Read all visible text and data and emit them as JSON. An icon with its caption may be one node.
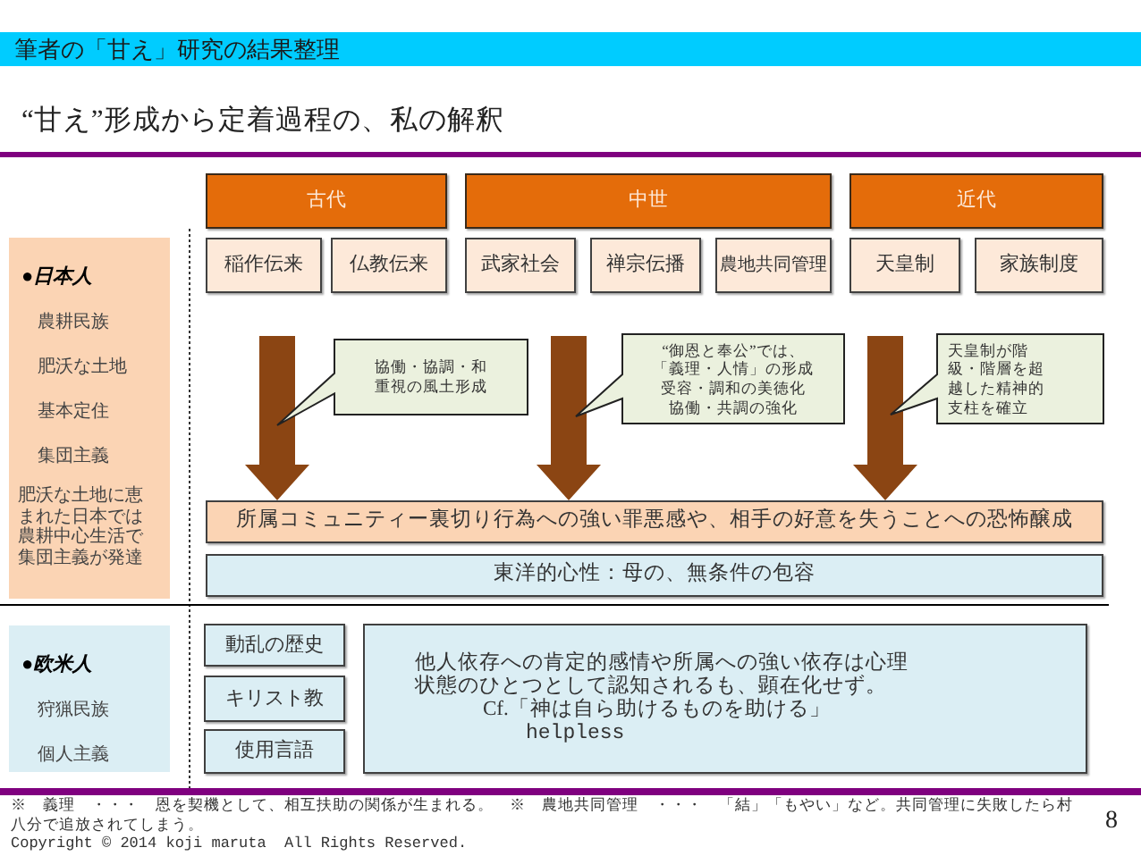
{
  "diagram": {
    "title": "筆者の「甘え」研究の結果整理",
    "nodes": [
      {
        "text": [
          "古代"
        ]
      },
      {
        "text": [
          "中世"
        ]
      },
      {
        "text": [
          "近代"
        ]
      },
      {
        "text": [
          "稲作伝来"
        ]
      },
      {
        "text": [
          "仏教伝来"
        ]
      },
      {
        "text": [
          "武家社会"
        ]
      },
      {
        "text": [
          "禅宗伝播"
        ]
      },
      {
        "text": [
          "農地共同管理"
        ]
      },
      {
        "text": [
          "天皇制"
        ]
      },
      {
        "text": [
          "家族制度"
        ]
      },
      {
        "text": [
          "●日本人",
          "農耕民族",
          "肥沃な土地",
          "基本定住",
          "集団主義",
          "肥沃な土地に恵まれた日本では農耕中心生活で集団主義が発達"
        ]
      },
      {
        "text": [
          "協働・協調・和重視の風土形成"
        ]
      },
      {
        "text": [
          "“御恩と奉公”では、",
          "「義理・人情」の形成",
          "受容・調和の美徳化",
          "協働・共調の強化"
        ]
      },
      {
        "text": [
          "天皇制が階級・階層を超越した精神的支柱を確立"
        ]
      },
      {
        "text": [
          "所属コミュニティー裏切り行為への強い罪悪感や、相手の好意を失うことへの恐怖醸成"
        ]
      },
      {
        "text": [
          "東洋的心性：母の、無条件の包容"
        ]
      },
      {
        "text": [
          "●欧米人",
          "狩猟民族",
          "個人主義"
        ]
      },
      {
        "text": [
          "動乱の歴史"
        ]
      },
      {
        "text": [
          "キリスト教"
        ]
      },
      {
        "text": [
          "使用言語"
        ]
      },
      {
        "text": [
          "他人依存への肯定的感情や所属への強い依存は心理状態のひとつとして認知されるも、顕在化せず。",
          "Cf.「神は自ら助けるものを助ける」",
          "helpless"
        ]
      }
    ],
    "edges": [
      {
        "from": null,
        "to": 14,
        "arrow": "to"
      },
      {
        "from": null,
        "to": 14,
        "arrow": "to"
      },
      {
        "from": null,
        "to": 14,
        "arrow": "to"
      }
    ],
    "labels": [
      "“甘え”形成から定着過程の、私の解釈",
      "※　義理　・・・　恩を契機として、相互扶助の関係が生まれる。　※　農地共同管理　・・・　「結」「もやい」など。共同管理に失敗したら村八分で追放されてしまう。",
      "8",
      "Copyright © 2014 koji maruta  All Rights Reserved."
    ]
  }
}
